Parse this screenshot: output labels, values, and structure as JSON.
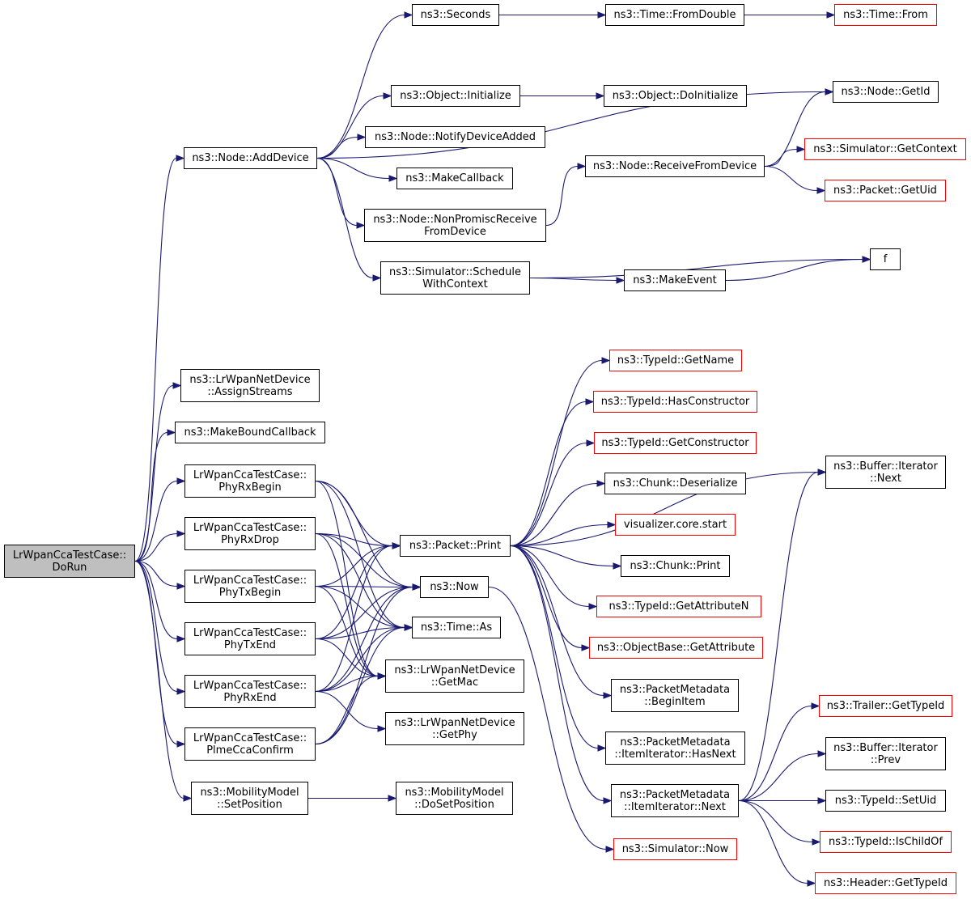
{
  "graph": {
    "edge_color": "#191970",
    "node_border": "#000000",
    "truncated_node_border": "#ff0000",
    "root_fill": "#bfbfbf",
    "nodes": [
      {
        "id": "dorun",
        "label": "LrWpanCcaTestCase::\nDoRun",
        "style": "root"
      },
      {
        "id": "adddevice",
        "label": "ns3::Node::AddDevice",
        "style": "normal"
      },
      {
        "id": "assignstreams",
        "label": "ns3::LrWpanNetDevice\n::AssignStreams",
        "style": "normal"
      },
      {
        "id": "makeboundcallback",
        "label": "ns3::MakeBoundCallback",
        "style": "normal"
      },
      {
        "id": "phyrxbegin",
        "label": "LrWpanCcaTestCase::\nPhyRxBegin",
        "style": "normal"
      },
      {
        "id": "phyrxdrop",
        "label": "LrWpanCcaTestCase::\nPhyRxDrop",
        "style": "normal"
      },
      {
        "id": "phytxbegin",
        "label": "LrWpanCcaTestCase::\nPhyTxBegin",
        "style": "normal"
      },
      {
        "id": "phytxend",
        "label": "LrWpanCcaTestCase::\nPhyTxEnd",
        "style": "normal"
      },
      {
        "id": "phyrxend",
        "label": "LrWpanCcaTestCase::\nPhyRxEnd",
        "style": "normal"
      },
      {
        "id": "plmeccaconfirm",
        "label": "LrWpanCcaTestCase::\nPlmeCcaConfirm",
        "style": "normal"
      },
      {
        "id": "setposition",
        "label": "ns3::MobilityModel\n::SetPosition",
        "style": "normal"
      },
      {
        "id": "seconds",
        "label": "ns3::Seconds",
        "style": "normal"
      },
      {
        "id": "objinit",
        "label": "ns3::Object::Initialize",
        "style": "normal"
      },
      {
        "id": "notifydev",
        "label": "ns3::Node::NotifyDeviceAdded",
        "style": "normal"
      },
      {
        "id": "makecallback",
        "label": "ns3::MakeCallback",
        "style": "normal"
      },
      {
        "id": "nonpromisc",
        "label": "ns3::Node::NonPromiscReceive\nFromDevice",
        "style": "normal"
      },
      {
        "id": "schedwithctx",
        "label": "ns3::Simulator::Schedule\nWithContext",
        "style": "normal"
      },
      {
        "id": "fromdouble",
        "label": "ns3::Time::FromDouble",
        "style": "normal"
      },
      {
        "id": "timefrom",
        "label": "ns3::Time::From",
        "style": "truncated"
      },
      {
        "id": "getid",
        "label": "ns3::Node::GetId",
        "style": "normal"
      },
      {
        "id": "doinit",
        "label": "ns3::Object::DoInitialize",
        "style": "normal"
      },
      {
        "id": "recvfromdev",
        "label": "ns3::Node::ReceiveFromDevice",
        "style": "normal"
      },
      {
        "id": "getcontext",
        "label": "ns3::Simulator::GetContext",
        "style": "truncated"
      },
      {
        "id": "getuid",
        "label": "ns3::Packet::GetUid",
        "style": "truncated"
      },
      {
        "id": "f",
        "label": "f",
        "style": "normal"
      },
      {
        "id": "makeevent",
        "label": "ns3::MakeEvent",
        "style": "normal"
      },
      {
        "id": "packetprint",
        "label": "ns3::Packet::Print",
        "style": "normal"
      },
      {
        "id": "now",
        "label": "ns3::Now",
        "style": "normal"
      },
      {
        "id": "timeas",
        "label": "ns3::Time::As",
        "style": "normal"
      },
      {
        "id": "getmac",
        "label": "ns3::LrWpanNetDevice\n::GetMac",
        "style": "normal"
      },
      {
        "id": "getphy",
        "label": "ns3::LrWpanNetDevice\n::GetPhy",
        "style": "normal"
      },
      {
        "id": "dosetpos",
        "label": "ns3::MobilityModel\n::DoSetPosition",
        "style": "normal"
      },
      {
        "id": "getname",
        "label": "ns3::TypeId::GetName",
        "style": "truncated"
      },
      {
        "id": "hasctor",
        "label": "ns3::TypeId::HasConstructor",
        "style": "truncated"
      },
      {
        "id": "getctor",
        "label": "ns3::TypeId::GetConstructor",
        "style": "truncated"
      },
      {
        "id": "deserialize",
        "label": "ns3::Chunk::Deserialize",
        "style": "normal"
      },
      {
        "id": "vizstart",
        "label": "visualizer.core.start",
        "style": "truncated"
      },
      {
        "id": "chunkprint",
        "label": "ns3::Chunk::Print",
        "style": "normal"
      },
      {
        "id": "getattrn",
        "label": "ns3::TypeId::GetAttributeN",
        "style": "truncated"
      },
      {
        "id": "getattr",
        "label": "ns3::ObjectBase::GetAttribute",
        "style": "truncated"
      },
      {
        "id": "beginitem",
        "label": "ns3::PacketMetadata\n::BeginItem",
        "style": "normal"
      },
      {
        "id": "hasnext",
        "label": "ns3::PacketMetadata\n::ItemIterator::HasNext",
        "style": "normal"
      },
      {
        "id": "itnext",
        "label": "ns3::PacketMetadata\n::ItemIterator::Next",
        "style": "normal"
      },
      {
        "id": "simnow",
        "label": "ns3::Simulator::Now",
        "style": "truncated"
      },
      {
        "id": "bufnext",
        "label": "ns3::Buffer::Iterator\n::Next",
        "style": "normal"
      },
      {
        "id": "trailertype",
        "label": "ns3::Trailer::GetTypeId",
        "style": "truncated"
      },
      {
        "id": "bufprev",
        "label": "ns3::Buffer::Iterator\n::Prev",
        "style": "normal"
      },
      {
        "id": "setuid",
        "label": "ns3::TypeId::SetUid",
        "style": "normal"
      },
      {
        "id": "ischildof",
        "label": "ns3::TypeId::IsChildOf",
        "style": "truncated"
      },
      {
        "id": "headertype",
        "label": "ns3::Header::GetTypeId",
        "style": "truncated"
      }
    ],
    "edges": [
      [
        "dorun",
        "adddevice"
      ],
      [
        "dorun",
        "assignstreams"
      ],
      [
        "dorun",
        "makeboundcallback"
      ],
      [
        "dorun",
        "phyrxbegin"
      ],
      [
        "dorun",
        "phyrxdrop"
      ],
      [
        "dorun",
        "phytxbegin"
      ],
      [
        "dorun",
        "phytxend"
      ],
      [
        "dorun",
        "phyrxend"
      ],
      [
        "dorun",
        "plmeccaconfirm"
      ],
      [
        "dorun",
        "setposition"
      ],
      [
        "adddevice",
        "seconds"
      ],
      [
        "adddevice",
        "getid"
      ],
      [
        "adddevice",
        "objinit"
      ],
      [
        "adddevice",
        "notifydev"
      ],
      [
        "adddevice",
        "makecallback"
      ],
      [
        "adddevice",
        "nonpromisc"
      ],
      [
        "adddevice",
        "schedwithctx"
      ],
      [
        "seconds",
        "fromdouble"
      ],
      [
        "fromdouble",
        "timefrom"
      ],
      [
        "objinit",
        "doinit"
      ],
      [
        "nonpromisc",
        "recvfromdev"
      ],
      [
        "recvfromdev",
        "getid"
      ],
      [
        "recvfromdev",
        "getcontext"
      ],
      [
        "recvfromdev",
        "getuid"
      ],
      [
        "schedwithctx",
        "f"
      ],
      [
        "schedwithctx",
        "makeevent"
      ],
      [
        "makeevent",
        "f"
      ],
      [
        "phyrxbegin",
        "packetprint"
      ],
      [
        "phyrxbegin",
        "now"
      ],
      [
        "phyrxbegin",
        "timeas"
      ],
      [
        "phyrxbegin",
        "getmac"
      ],
      [
        "phyrxdrop",
        "packetprint"
      ],
      [
        "phyrxdrop",
        "now"
      ],
      [
        "phyrxdrop",
        "timeas"
      ],
      [
        "phyrxdrop",
        "getmac"
      ],
      [
        "phytxbegin",
        "packetprint"
      ],
      [
        "phytxbegin",
        "now"
      ],
      [
        "phytxbegin",
        "timeas"
      ],
      [
        "phytxbegin",
        "getmac"
      ],
      [
        "phytxend",
        "packetprint"
      ],
      [
        "phytxend",
        "now"
      ],
      [
        "phytxend",
        "timeas"
      ],
      [
        "phytxend",
        "getmac"
      ],
      [
        "phyrxend",
        "packetprint"
      ],
      [
        "phyrxend",
        "now"
      ],
      [
        "phyrxend",
        "timeas"
      ],
      [
        "phyrxend",
        "getmac"
      ],
      [
        "phyrxend",
        "getphy"
      ],
      [
        "plmeccaconfirm",
        "now"
      ],
      [
        "plmeccaconfirm",
        "timeas"
      ],
      [
        "plmeccaconfirm",
        "getmac"
      ],
      [
        "setposition",
        "dosetpos"
      ],
      [
        "packetprint",
        "getname"
      ],
      [
        "packetprint",
        "hasctor"
      ],
      [
        "packetprint",
        "getctor"
      ],
      [
        "packetprint",
        "deserialize"
      ],
      [
        "packetprint",
        "vizstart"
      ],
      [
        "packetprint",
        "chunkprint"
      ],
      [
        "packetprint",
        "getattrn"
      ],
      [
        "packetprint",
        "getattr"
      ],
      [
        "packetprint",
        "beginitem"
      ],
      [
        "packetprint",
        "hasnext"
      ],
      [
        "packetprint",
        "itnext"
      ],
      [
        "packetprint",
        "bufnext"
      ],
      [
        "now",
        "simnow"
      ],
      [
        "itnext",
        "bufnext"
      ],
      [
        "itnext",
        "trailertype"
      ],
      [
        "itnext",
        "bufprev"
      ],
      [
        "itnext",
        "setuid"
      ],
      [
        "itnext",
        "ischildof"
      ],
      [
        "itnext",
        "headertype"
      ]
    ]
  }
}
